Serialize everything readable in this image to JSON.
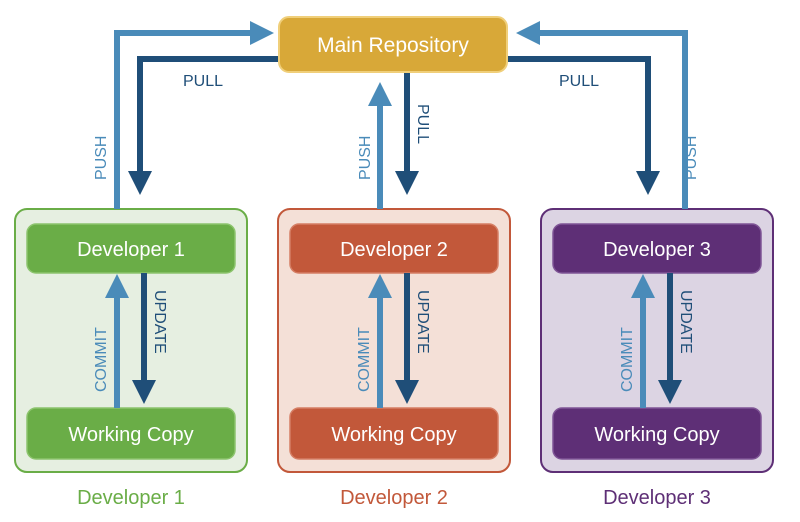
{
  "title": "Distributed version control workflow",
  "colors": {
    "push": "#4a8bb9",
    "pull": "#1f4e78",
    "repo_fill": "#d8a838",
    "repo_stroke": "#f0cf7a",
    "dev1": "#6aad47",
    "dev1_bg": "#e6efe1",
    "dev2": "#c2583a",
    "dev2_bg": "#f4e0d7",
    "dev3": "#5e2f76",
    "dev3_bg": "#dcd4e3"
  },
  "repository": {
    "label": "Main Repository"
  },
  "arrows": {
    "push": "PUSH",
    "pull": "PULL",
    "commit": "COMMIT",
    "update": "UPDATE"
  },
  "developers": [
    {
      "name": "Developer 1",
      "working_copy": "Working Copy",
      "caption": "Developer 1"
    },
    {
      "name": "Developer 2",
      "working_copy": "Working Copy",
      "caption": "Developer 2"
    },
    {
      "name": "Developer 3",
      "working_copy": "Working Copy",
      "caption": "Developer 3"
    }
  ]
}
